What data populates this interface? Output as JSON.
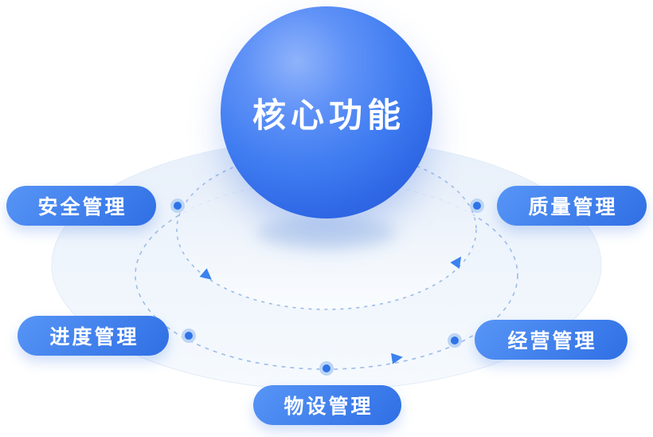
{
  "diagram": {
    "center_label": "核心功能",
    "satellites": [
      {
        "label": "安全管理",
        "position": "upper-left"
      },
      {
        "label": "质量管理",
        "position": "upper-right"
      },
      {
        "label": "进度管理",
        "position": "lower-left"
      },
      {
        "label": "经营管理",
        "position": "lower-right"
      },
      {
        "label": "物设管理",
        "position": "bottom-center"
      }
    ]
  },
  "icons": [
    "orbit-arrow-left-icon",
    "orbit-arrow-right-icon",
    "orbit-arrow-bottom-icon"
  ],
  "colors": {
    "pill_start": "#5795f6",
    "pill_end": "#2f6fe4",
    "sphere_highlight": "#8fb3fb",
    "sphere_main": "#3f7cf1",
    "sphere_deep": "#2a5ad0",
    "platform_top": "#e9f1fb",
    "platform_bottom": "#f5fafe",
    "orbit_dash": "#9cbce8",
    "dot_core": "#2e74e8",
    "dot_halo": "#bdd5f5",
    "arrow": "#3b82f0",
    "label_text": "#ffffff"
  }
}
